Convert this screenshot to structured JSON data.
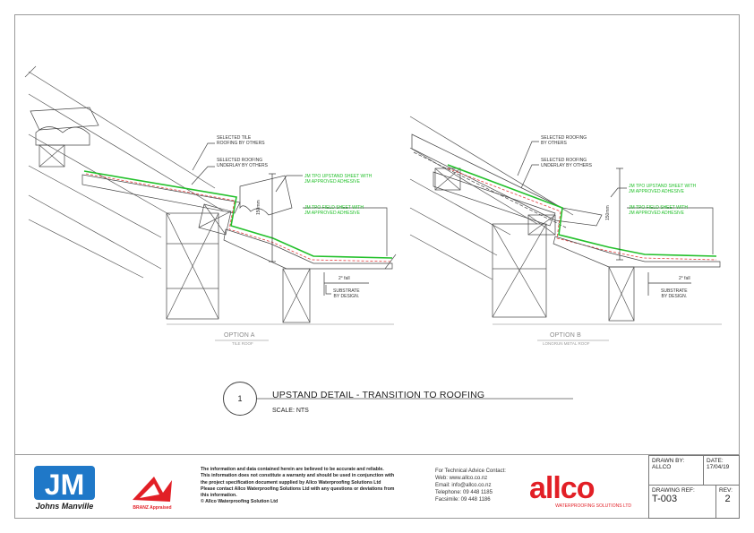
{
  "option_a": {
    "caption": "OPTION A",
    "sub": "TILE ROOF",
    "labels": {
      "tile": "SELECTED TILE\nROOFING BY OTHERS",
      "underlay": "SELECTED ROOFING\nUNDERLAY BY OTHERS",
      "upstand": "JM TPO UPSTAND SHEET WITH\nJM APPROVED ADHESIVE",
      "field": "JM TPO FIELD SHEET WITH\nJM APPROVED ADHESIVE",
      "dim": "150mm",
      "fall": "2° fall",
      "substrate": "SUBSTRATE\nBY DESIGN."
    }
  },
  "option_b": {
    "caption": "OPTION B",
    "sub": "LONGRUN METAL ROOF",
    "labels": {
      "roofing": "SELECTED ROOFING\nBY OTHERS",
      "underlay": "SELECTED ROOFING\nUNDERLAY BY OTHERS",
      "upstand": "JM TPO UPSTAND SHEET WITH\nJM APPROVED ADHESIVE",
      "field": "JM TPO FIELD SHEET WITH\nJM APPROVED ADHESIVE",
      "dim": "150mm",
      "fall": "2° fall",
      "substrate": "SUBSTRATE\nBY DESIGN."
    }
  },
  "detail": {
    "number": "1",
    "title": "UPSTAND DETAIL - TRANSITION TO ROOFING",
    "scale": "SCALE: NTS"
  },
  "footer": {
    "jm_mark": "JM",
    "jm_name": "Johns Manville",
    "branz": "BRANZ Appraised",
    "disclaimer": "The information and data contained herein are believed to be accurate and reliable.\nThis information does not constitute a warranty and should be used in conjunction with\nthe project specification document supplied by Allco Waterproofing Solutions Ltd\nPlease contact Allco Waterproofing Solutions Ltd with any questions or deviations from\nthis information.\n© Allco Waterproofing Solution Ltd",
    "contact": "For Technical Advice Contact:\nWeb: www.allco.co.nz\nEmail: info@allco.co.nz\nTelephone: 09 448 1185\nFacsimile: 09 448 1186",
    "allco_mark": "allco",
    "allco_sub": "WATERPROOFING SOLUTIONS LTD",
    "drawn_by_label": "DRAWN BY:",
    "drawn_by": "ALLCO",
    "date_label": "DATE:",
    "date": "17/04/19",
    "ref_label": "DRAWING REF:",
    "ref": "T-003",
    "rev_label": "REV:",
    "rev": "2"
  },
  "colors": {
    "membrane": "#22c02a",
    "adhesive": "#e23b3b",
    "allco_red": "#e21f26",
    "jm_blue": "#1f78c8"
  }
}
